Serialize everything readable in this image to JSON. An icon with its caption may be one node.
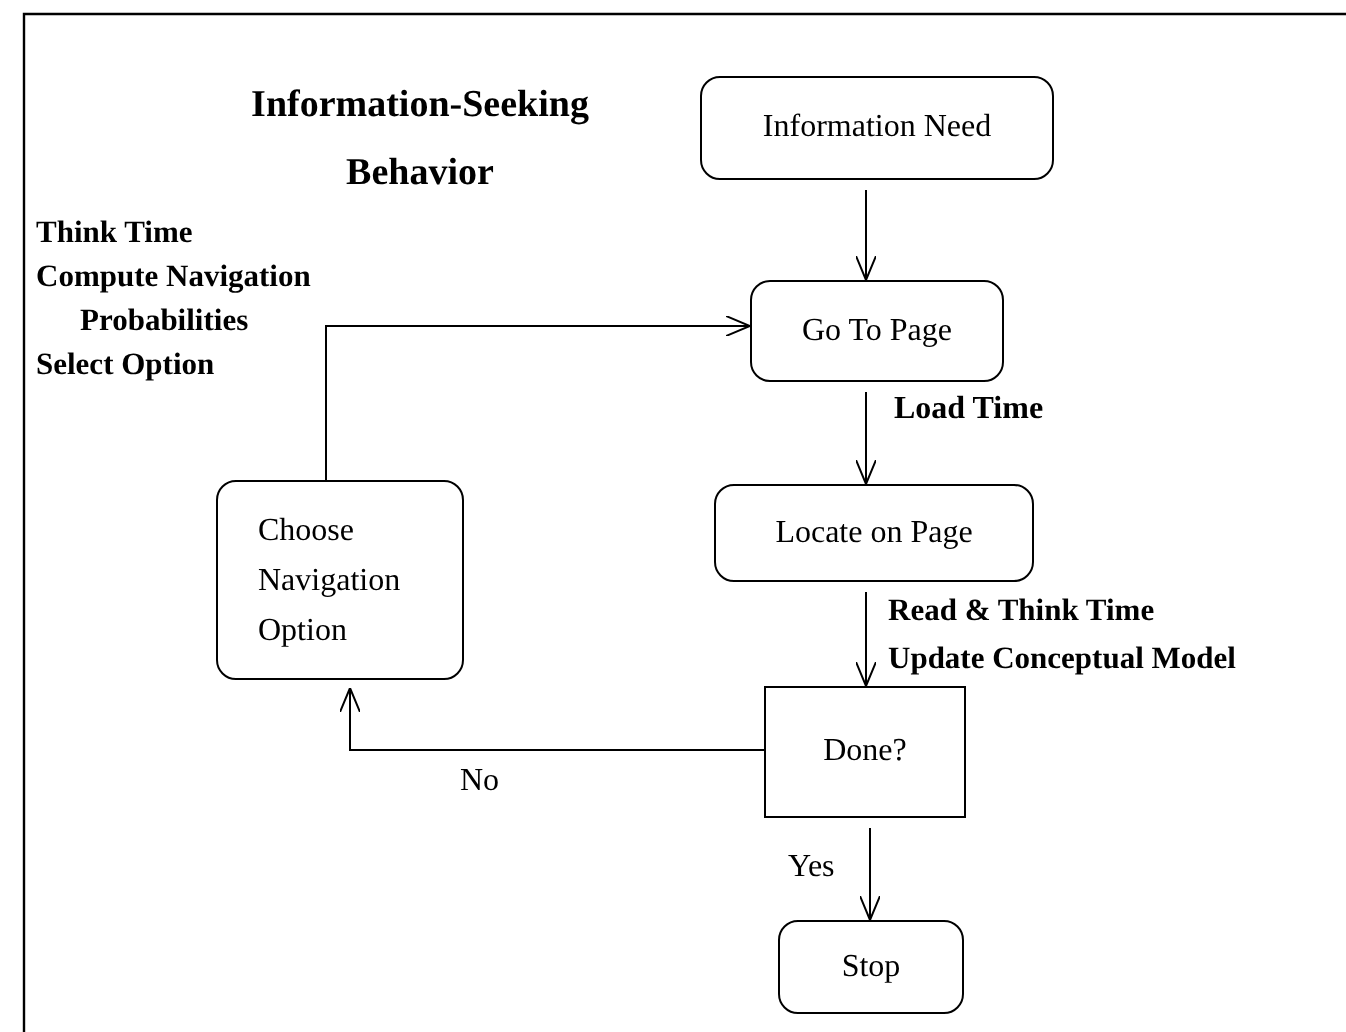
{
  "diagram": {
    "title": "Information-Seeking Behavior",
    "nodes": [
      {
        "text": [
          "Information Need"
        ]
      },
      {
        "text": [
          "Go To Page"
        ]
      },
      {
        "text": [
          "Locate on Page"
        ]
      },
      {
        "text": [
          "Choose Navigation Option"
        ]
      },
      {
        "text": [
          "Done?"
        ]
      },
      {
        "text": [
          "Stop"
        ]
      }
    ],
    "edges": [
      {
        "from": 0,
        "to": 1,
        "arrow": "to"
      },
      {
        "from": 1,
        "to": 2,
        "arrow": "to",
        "label": "Load Time"
      },
      {
        "from": 2,
        "to": 4,
        "arrow": "to"
      },
      {
        "from": 4,
        "to": 5,
        "arrow": "to",
        "label": "Yes"
      },
      {
        "from": 4,
        "to": 3,
        "arrow": "to",
        "label": "No"
      },
      {
        "from": 3,
        "to": 1,
        "arrow": "to"
      }
    ],
    "labels": [
      "Think Time",
      "Compute Navigation Probabilities",
      "Select Option",
      "Read & Think Time",
      "Update Conceptual Model"
    ]
  }
}
